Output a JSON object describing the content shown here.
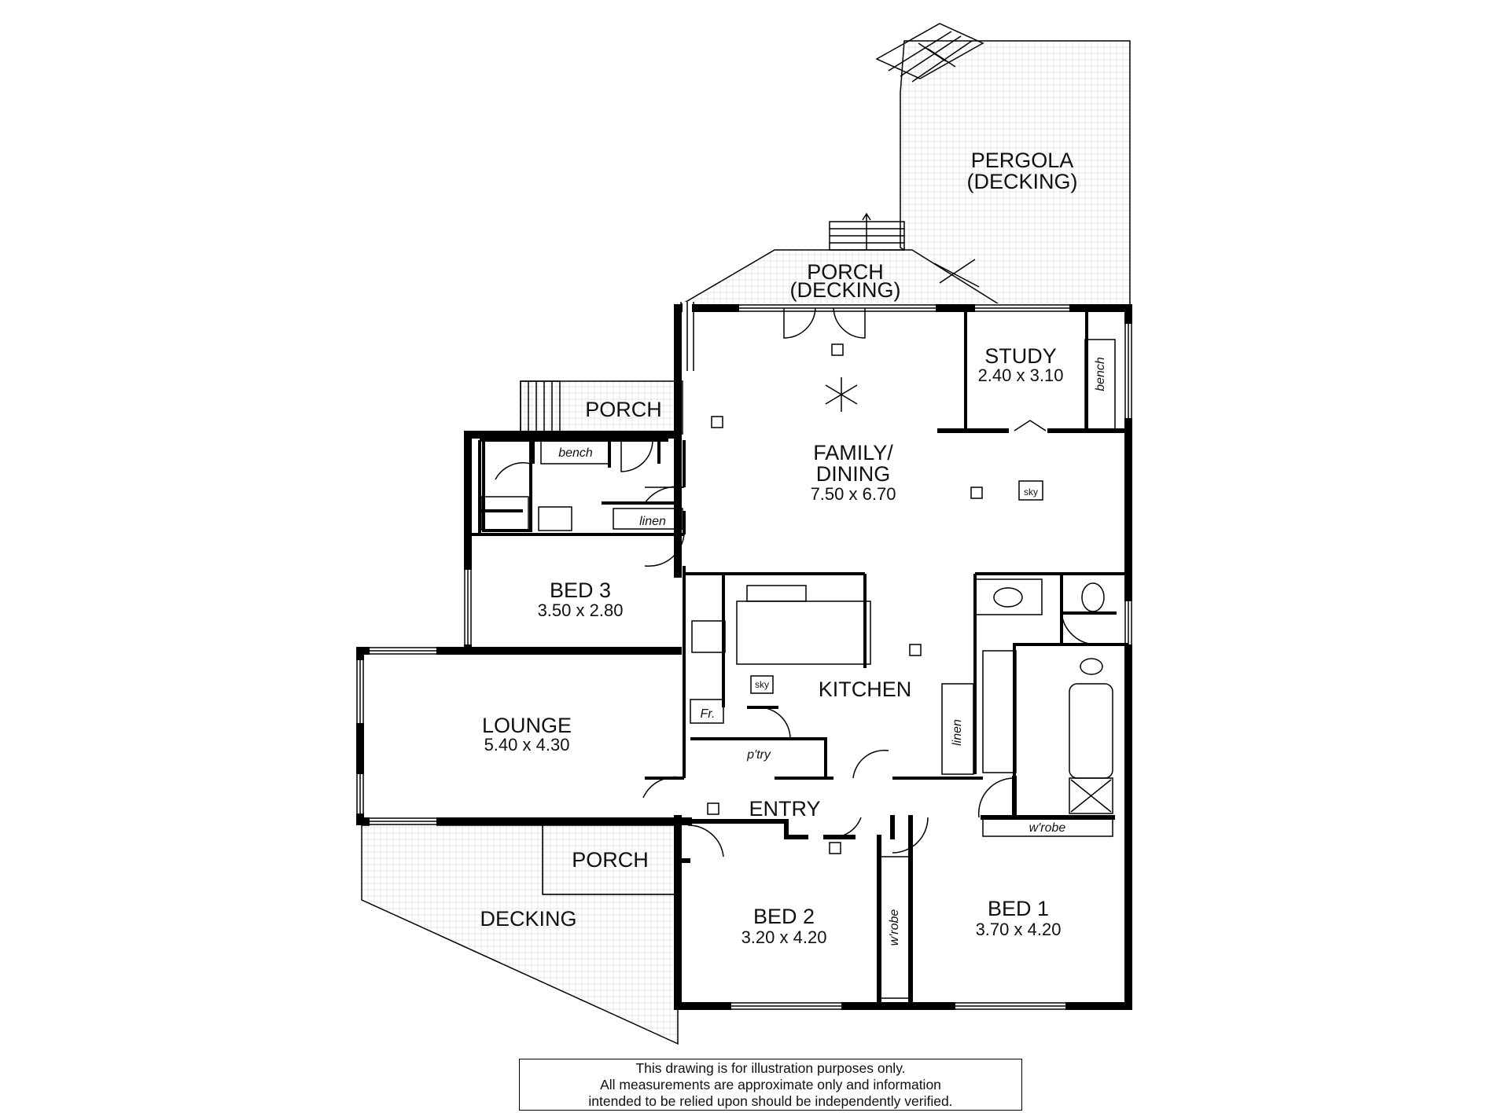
{
  "rooms": {
    "pergola": {
      "name": "PERGOLA",
      "sub": "(DECKING)"
    },
    "porch_top": {
      "name": "PORCH",
      "sub": "(DECKING)"
    },
    "porch_side": {
      "name": "PORCH"
    },
    "study": {
      "name": "STUDY",
      "dim": "2.40 x 3.10"
    },
    "family": {
      "name1": "FAMILY/",
      "name2": "DINING",
      "dim": "7.50 x 6.70"
    },
    "bed3": {
      "name": "BED 3",
      "dim": "3.50 x 2.80"
    },
    "kitchen": {
      "name": "KITCHEN"
    },
    "lounge": {
      "name": "LOUNGE",
      "dim": "5.40 x 4.30"
    },
    "entry": {
      "name": "ENTRY"
    },
    "porch_front": {
      "name": "PORCH"
    },
    "decking": {
      "name": "DECKING"
    },
    "bed2": {
      "name": "BED 2",
      "dim": "3.20 x 4.20"
    },
    "bed1": {
      "name": "BED 1",
      "dim": "3.70 x 4.20"
    }
  },
  "fixtures": {
    "bench_study": "bench",
    "bench_laundry": "bench",
    "linen_laundry": "linen",
    "linen_hall": "linen",
    "sky_family": "sky",
    "sky_kitchen": "sky",
    "fridge": "Fr.",
    "pantry": "p'try",
    "wrobe_bed1": "w'robe",
    "wrobe_bed2": "w'robe"
  },
  "disclaimer": {
    "line1": "This drawing is for illustration purposes only.",
    "line2": "All measurements are approximate only and information",
    "line3": "intended to be relied upon should be independently verified."
  }
}
